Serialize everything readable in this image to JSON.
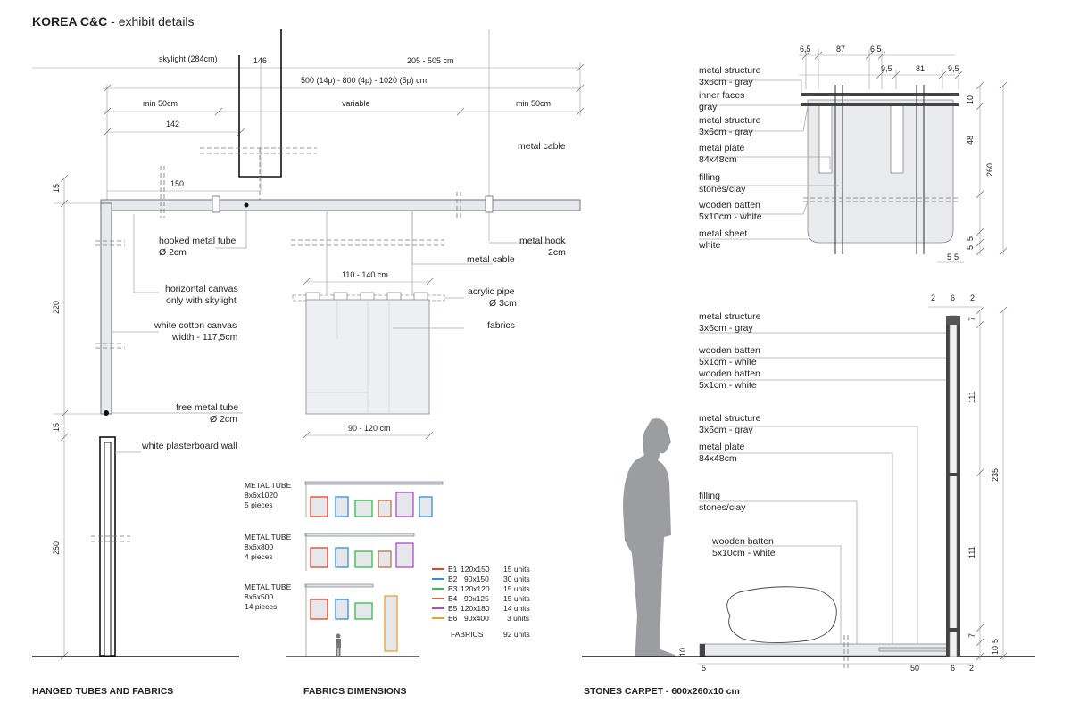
{
  "title": {
    "main": "KOREA C&C",
    "sub": " - exhibit details"
  },
  "captions": {
    "hanged": "HANGED TUBES AND FABRICS",
    "fabrics": "FABRICS DIMENSIONS",
    "stones": "STONES CARPET - 600x260x10 cm"
  },
  "left": {
    "dims": {
      "skylight": "skylight (284cm)",
      "d146": "146",
      "d205": "205 - 505 cm",
      "d500": "500 (14p) - 800 (4p) - 1020 (5p) cm",
      "min50a": "min 50cm",
      "variable": "variable",
      "min50b": "min 50cm",
      "d142": "142",
      "d150": "150",
      "d15a": "15",
      "d220": "220",
      "d15b": "15",
      "d250": "250",
      "d110": "110 - 140 cm",
      "d90": "90 - 120 cm"
    },
    "labels": {
      "metal_cable": "metal cable",
      "hooked1": "hooked metal tube",
      "hooked2": "Ø 2cm",
      "metal_hook1": "metal hook",
      "metal_hook2": "2cm",
      "metal_cable2": "metal cable",
      "hcanvas1": "horizontal canvas",
      "hcanvas2": "only with skylight",
      "acrylic1": "acrylic pipe",
      "acrylic2": "Ø 3cm",
      "wcanvas1": "white cotton canvas",
      "wcanvas2": "width - 117,5cm",
      "fabrics": "fabrics",
      "free1": "free metal tube",
      "free2": "Ø 2cm",
      "plaster": "white plasterboard wall"
    }
  },
  "tubes": [
    {
      "name": "METAL TUBE",
      "size": "8x6x1020",
      "count": "5 pieces"
    },
    {
      "name": "METAL TUBE",
      "size": "8x6x800",
      "count": "4 pieces"
    },
    {
      "name": "METAL TUBE",
      "size": "8x6x500",
      "count": "14 pieces"
    }
  ],
  "legend": [
    {
      "code": "B1",
      "size": "120x150",
      "units": "15 units",
      "color": "#e0452f"
    },
    {
      "code": "B2",
      "size": "90x150",
      "units": "30 units",
      "color": "#2f8fe0"
    },
    {
      "code": "B3",
      "size": "120x120",
      "units": "15 units",
      "color": "#2fbf4a"
    },
    {
      "code": "B4",
      "size": "90x125",
      "units": "15 units",
      "color": "#c0704a"
    },
    {
      "code": "B5",
      "size": "120x180",
      "units": "14 units",
      "color": "#b04ad0"
    },
    {
      "code": "B6",
      "size": "90x400",
      "units": "3 units",
      "color": "#f0a030"
    }
  ],
  "fabrics_total": {
    "label": "FABRICS",
    "units": "92 units"
  },
  "right_top": {
    "dims": {
      "a": "6,5",
      "b": "87",
      "c": "6,5",
      "d": "9,5",
      "e": "81",
      "f": "9,5",
      "h10": "10",
      "h48": "48",
      "h260": "260",
      "h5a": "5",
      "h5b": "5",
      "w5a": "5",
      "w5b": "5"
    },
    "labels": [
      {
        "l1": "metal structure",
        "l2": "3x6cm - gray"
      },
      {
        "l1": "inner faces",
        "l2": "gray"
      },
      {
        "l1": "metal structure",
        "l2": "3x6cm - gray"
      },
      {
        "l1": "metal plate",
        "l2": "84x48cm"
      },
      {
        "l1": "filling",
        "l2": "stones/clay"
      },
      {
        "l1": "wooden batten",
        "l2": "5x10cm - white"
      },
      {
        "l1": "metal sheet",
        "l2": "white"
      }
    ]
  },
  "right_bottom": {
    "dims": {
      "t2a": "2",
      "t6": "6",
      "t2b": "2",
      "h7a": "7",
      "h111a": "111",
      "h235": "235",
      "h111b": "111",
      "h7b": "7",
      "h10": "10",
      "h5": "5",
      "h10b": "10",
      "b5": "5",
      "b50": "50",
      "b6": "6",
      "b2": "2"
    },
    "labels": [
      {
        "l1": "metal structure",
        "l2": "3x6cm - gray"
      },
      {
        "l1": "wooden batten",
        "l2": "5x1cm - white"
      },
      {
        "l1": "wooden batten",
        "l2": "5x1cm - white"
      },
      {
        "l1": "metal structure",
        "l2": "3x6cm - gray"
      },
      {
        "l1": "metal plate",
        "l2": "84x48cm"
      },
      {
        "l1": "filling",
        "l2": "stones/clay"
      },
      {
        "l1": "wooden batten",
        "l2": "5x10cm - white"
      }
    ]
  }
}
